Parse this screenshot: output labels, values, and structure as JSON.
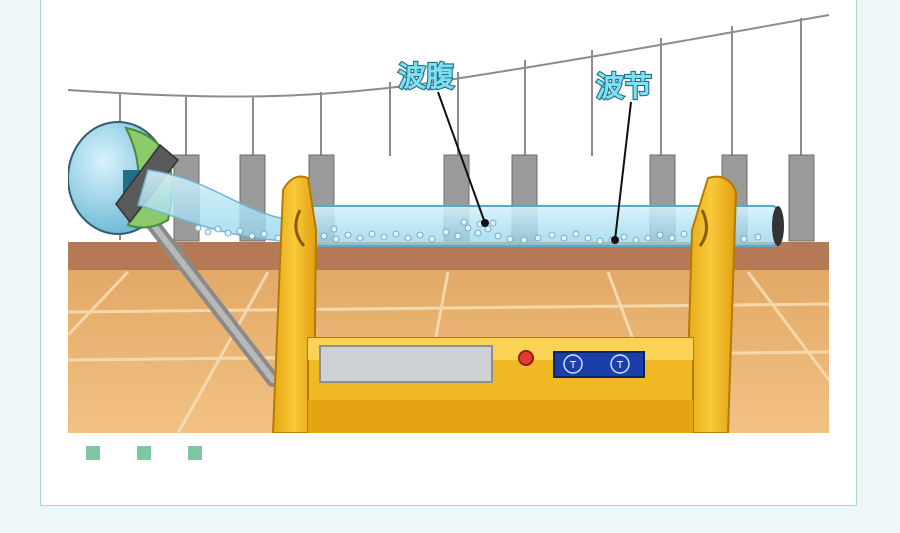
{
  "labels": {
    "antinode": "波腹",
    "node": "波节"
  },
  "control_panel": {
    "dial_symbol": "T"
  },
  "pagination": {
    "count": 3,
    "active_index": -1
  },
  "colors": {
    "frame_border": "#a9d7c8",
    "stand_yellow": "#f5c12e",
    "tube_blue": "#8fd3ec",
    "panel_blue": "#1a3fa8",
    "button_red": "#e53b2f",
    "pagination_green": "#7cc6a0"
  }
}
